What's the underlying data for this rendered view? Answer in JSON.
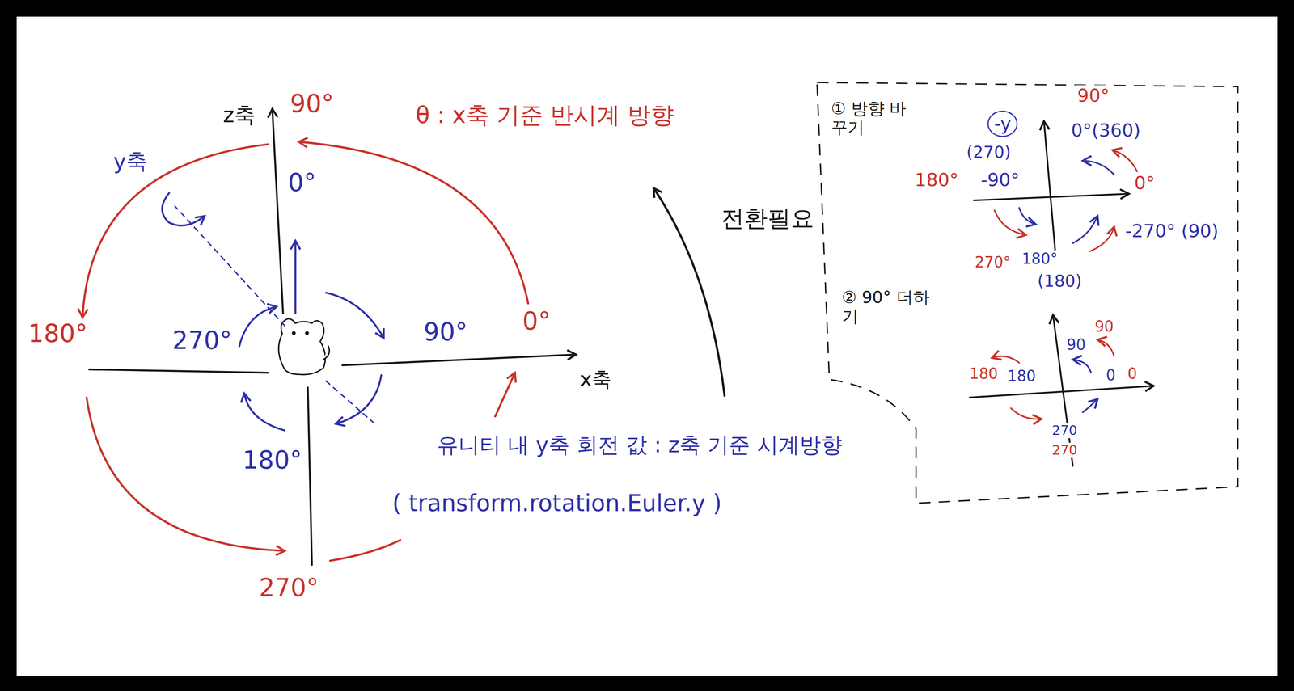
{
  "diagram": {
    "nodes": [
      {
        "text": [
          "① 방향 바꾸기",
          "-y",
          "90°",
          "0°(360)",
          "(270)",
          "180°",
          "-90°",
          "0°",
          "-270° (90)",
          "270°",
          "180°",
          "(180)",
          "② 90° 더하기",
          "90",
          "90",
          "180",
          "180",
          "0",
          "0",
          "270",
          "270"
        ]
      }
    ],
    "labels": [
      "z축",
      "90°",
      "θ : x축 기준 반시계 방향",
      "y축",
      "0°",
      "270°",
      "90°",
      "0°",
      "x축",
      "180°",
      "180°",
      "270°",
      "유니티 내 y축 회전 값 : z축 기준 시계방향",
      "( transform.rotation.Euler.y )",
      "전환필요"
    ]
  }
}
